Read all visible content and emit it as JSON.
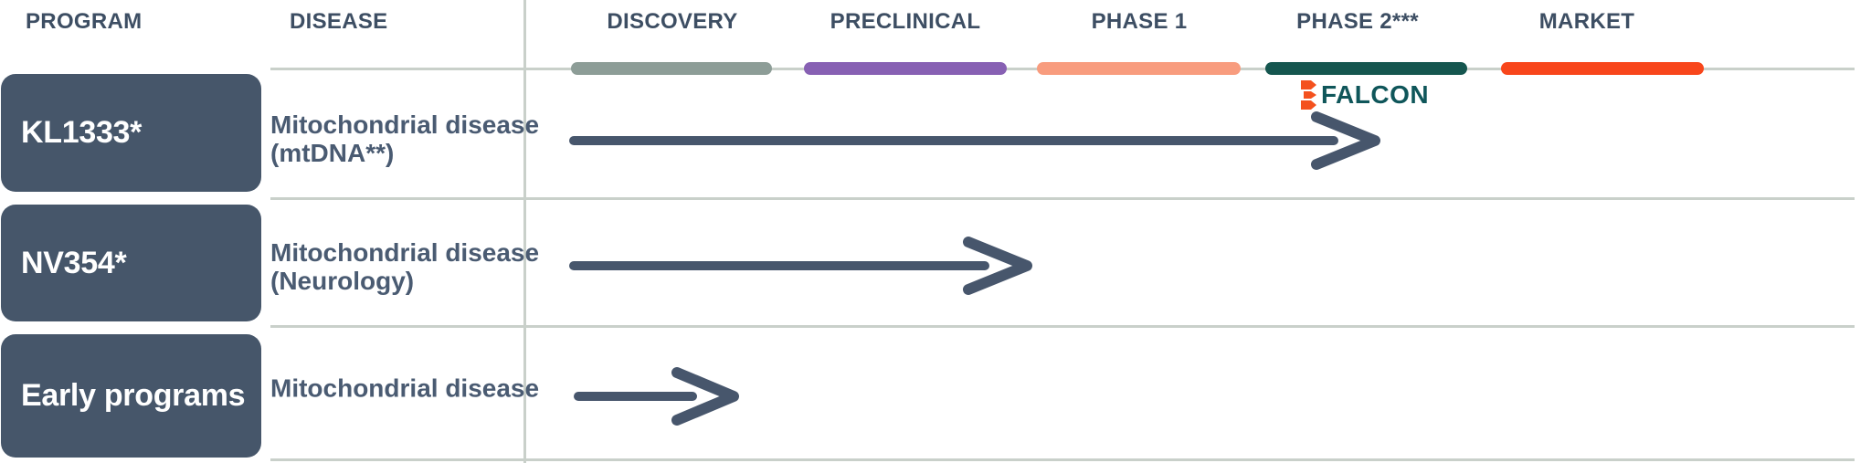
{
  "header": {
    "program_label": "PROGRAM",
    "disease_label": "DISEASE"
  },
  "phases": [
    {
      "label": "DISCOVERY",
      "color": "#8d9d97"
    },
    {
      "label": "PRECLINICAL",
      "color": "#8760b3"
    },
    {
      "label": "PHASE 1",
      "color": "#f89c7e"
    },
    {
      "label": "PHASE 2***",
      "color": "#15564f"
    },
    {
      "label": "MARKET",
      "color": "#f8461b"
    }
  ],
  "falcon": {
    "label": "FALCON",
    "text_color": "#0f565a",
    "icon_color": "#f4511e",
    "attached_phase": "PHASE 2***"
  },
  "rows": [
    {
      "program": "KL1333*",
      "disease_line1": "Mitochondrial disease",
      "disease_line2": "(mtDNA**)",
      "progress_ends_at": "PHASE 2"
    },
    {
      "program": "NV354*",
      "disease_line1": "Mitochondrial disease",
      "disease_line2": "(Neurology)",
      "progress_ends_at": "end of PRECLINICAL"
    },
    {
      "program": "Early programs",
      "disease_line1": "Mitochondrial disease",
      "disease_line2": "",
      "progress_ends_at": "mid DISCOVERY"
    }
  ],
  "colors": {
    "program_box": "#46566a",
    "header_text": "#3d4e63",
    "disease_text": "#4a5b72",
    "arrow": "#47566c",
    "grid_line": "#c9d0ca",
    "background": "#ffffff"
  }
}
